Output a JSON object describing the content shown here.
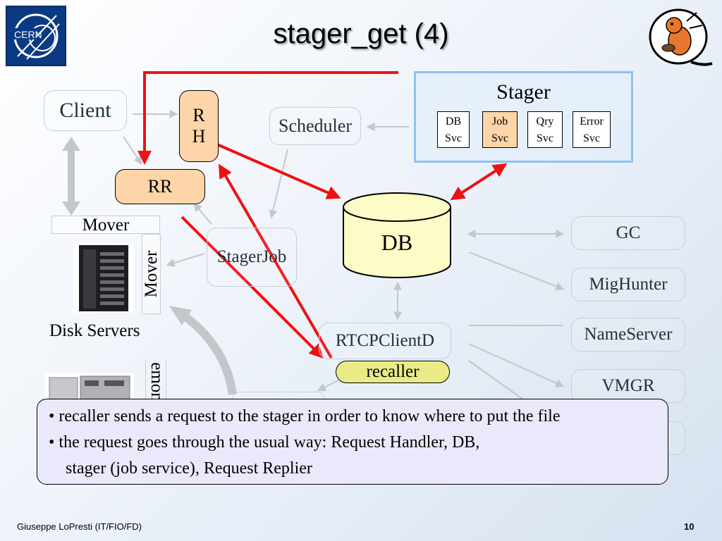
{
  "title": "stager_get (4)",
  "stager": {
    "label": "Stager",
    "services": [
      {
        "line1": "DB",
        "line2": "Svc",
        "highlight": false
      },
      {
        "line1": "Job",
        "line2": "Svc",
        "highlight": true
      },
      {
        "line1": "Qry",
        "line2": "Svc",
        "highlight": false
      },
      {
        "line1": "Error",
        "line2": "Svc",
        "highlight": false
      }
    ]
  },
  "nodes": {
    "client": "Client",
    "rh_line1": "R",
    "rh_line2": "H",
    "rr": "RR",
    "scheduler": "Scheduler",
    "db": "DB",
    "mover_top": "Mover",
    "mover_vertical": "Mover",
    "stagerjob": "StagerJob",
    "disk_servers": "Disk Servers",
    "rtcpclientd": "RTCPClientD",
    "recaller": "recaller",
    "daemon_partial": "emon",
    "gc": "GC",
    "mighunter": "MigHunter",
    "nameserver": "NameServer",
    "vmgr": "VMGR"
  },
  "caption": {
    "bullet1": "• recaller sends a request to the stager in order to know where to put the file",
    "bullet2": "• the request goes through the usual way: Request Handler, DB,",
    "bullet2_cont": "stager (job service), Request Replier"
  },
  "footer": {
    "author": "Giuseppe LoPresti (IT/FIO/FD)",
    "page": "10"
  },
  "colors": {
    "flow_arrow": "#ee1111",
    "orange_box": "#fdd5a8",
    "stager_border": "#8ec1f5",
    "recaller_fill": "#e9ec86",
    "db_fill": "#fdfcc7",
    "caption_fill": "#eae9fb"
  }
}
